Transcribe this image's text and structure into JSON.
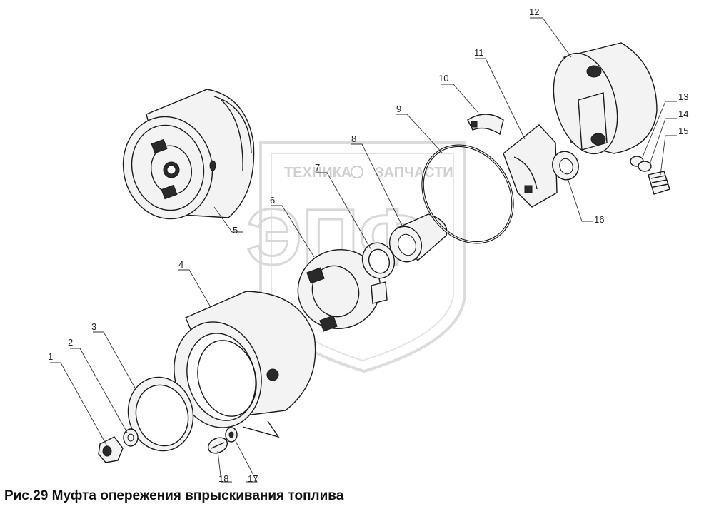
{
  "caption": "Рис.29 Муфта опережения впрыскивания топлива",
  "watermark": {
    "left_word": "ТЕХНИКА",
    "right_word": "ЗАПЧАСТИ",
    "logo_letters": "ЭПФ"
  },
  "callouts": [
    "1",
    "2",
    "3",
    "4",
    "5",
    "6",
    "7",
    "8",
    "9",
    "10",
    "11",
    "12",
    "13",
    "14",
    "15",
    "16",
    "17",
    "18"
  ]
}
